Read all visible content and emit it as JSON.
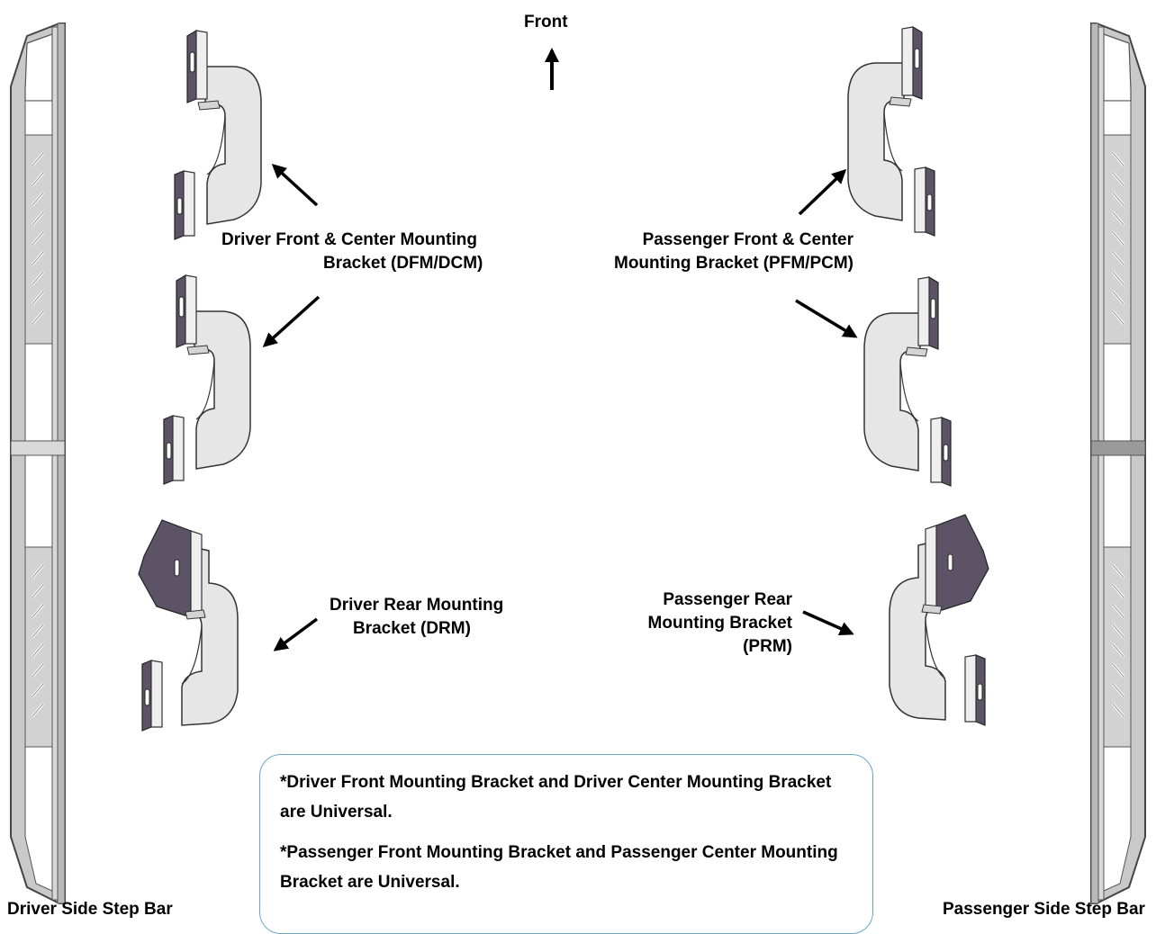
{
  "direction": {
    "front_label": "Front"
  },
  "labels": {
    "driver_front_center": [
      "Driver Front & Center Mounting",
      "Bracket (DFM/DCM)"
    ],
    "passenger_front_center": [
      "Passenger Front & Center",
      "Mounting Bracket (PFM/PCM)"
    ],
    "driver_rear": [
      "Driver Rear Mounting",
      "Bracket (DRM)"
    ],
    "passenger_rear": [
      "Passenger Rear",
      "Mounting Bracket",
      "(PRM)"
    ],
    "driver_step_bar": "Driver Side Step Bar",
    "passenger_step_bar": "Passenger Side Step Bar"
  },
  "note": {
    "line1": "*Driver Front Mounting Bracket and Driver Center Mounting Bracket are Universal.",
    "line2": "*Passenger Front Mounting Bracket and Passenger Center Mounting Bracket are Universal."
  },
  "colors": {
    "bar_gray": "#c7c7c7",
    "bracket_face": "#e6e6e6",
    "bracket_dark": "#6e6376",
    "note_border": "#6aa6c4"
  }
}
